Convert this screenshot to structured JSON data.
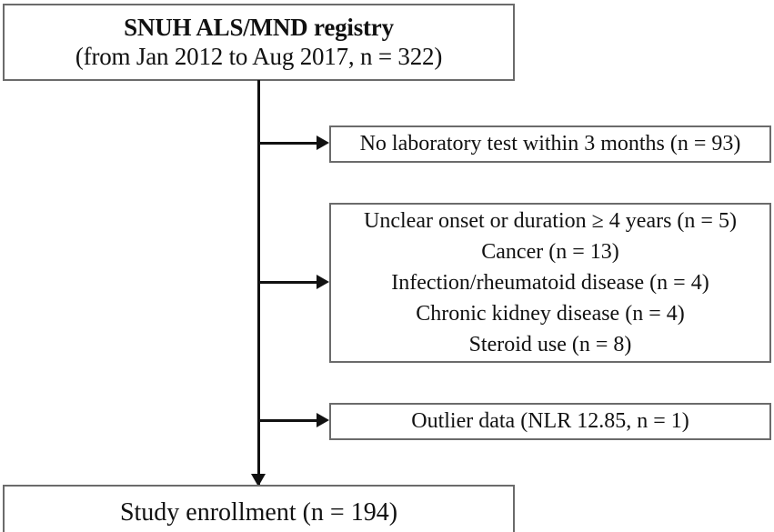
{
  "diagram": {
    "type": "study-flow-diagram",
    "title_box": {
      "line_1": "SNUH ALS/MND registry",
      "line_2": "(from Jan 2012 to Aug 2017, n = 322)"
    },
    "exclusions": [
      {
        "id": "laboratory",
        "lines": [
          "No laboratory test within 3 months (n = 93)"
        ]
      },
      {
        "id": "comorbidity",
        "lines": [
          "Unclear onset or duration ≥ 4 years (n = 5)",
          "Cancer (n = 13)",
          "Infection/rheumatoid disease (n = 4)",
          "Chronic kidney disease (n = 4)",
          "Steroid use (n = 8)"
        ]
      },
      {
        "id": "outlier",
        "lines": [
          "Outlier data (NLR 12.85, n = 1)"
        ]
      }
    ],
    "final_box": {
      "label": "Study enrollment (n = 194)"
    },
    "colors": {
      "box_border": "#6b6b6b",
      "connector": "#111111",
      "text": "#111111",
      "background": "#ffffff"
    }
  }
}
